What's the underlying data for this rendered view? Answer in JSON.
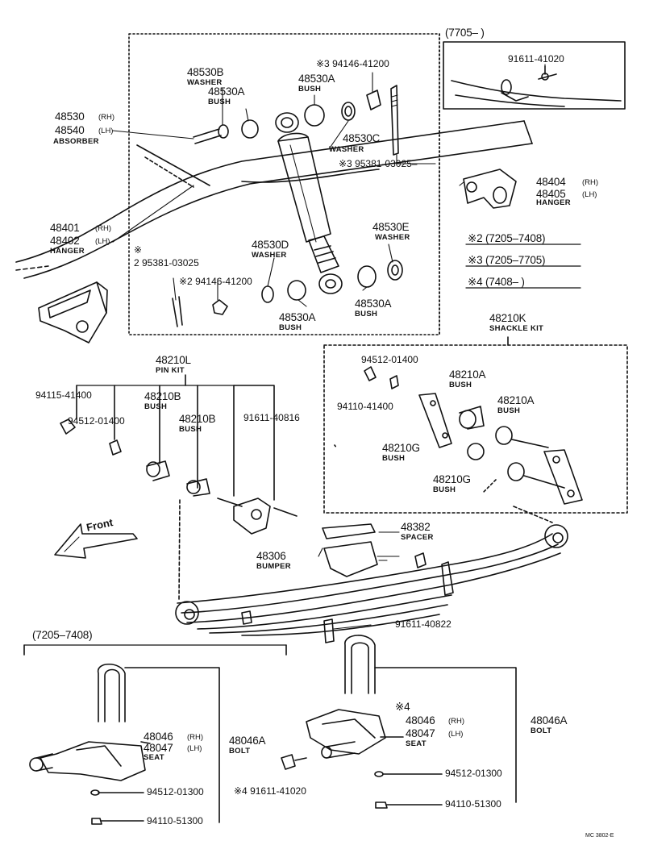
{
  "labels": {
    "shock_box_range": "(7705–           )",
    "pn_91611_41020_top": "91611-41020",
    "pn_48530B": "48530B",
    "nm_48530B": "WASHER",
    "pn_48530A_1": "48530A",
    "nm_48530A_1": "BUSH",
    "pn_48530A_2": "48530A",
    "nm_48530A_2": "BUSH",
    "pn_94146_top": "※3  94146-41200",
    "pn_48530": "48530",
    "rh_48530": "(RH)",
    "pn_48540": "48540",
    "lh_48540": "(LH)",
    "nm_absorber": "ABSORBER",
    "pn_48530C": "48530C",
    "nm_48530C": "WASHER",
    "pn_95381_top": "※3  95381-03025–",
    "pn_48404": "48404",
    "rh_48404": "(RH)",
    "pn_48405": "48405",
    "lh_48405": "(LH)",
    "nm_hanger_r": "HANGER",
    "pn_48401": "48401",
    "rh_48401": "(RH)",
    "pn_48402": "48402",
    "lh_48402": "(LH)",
    "nm_hanger_l": "HANGER",
    "pn_48530E": "48530E",
    "nm_48530E": "WASHER",
    "legend_2": "※2  (7205–7408)",
    "legend_3": "※3  (7205–7705)",
    "legend_4": "※4  (7408–        )",
    "star_95381": "※",
    "pn_95381_left": "2 95381-03025",
    "pn_48530D": "48530D",
    "nm_48530D": "WASHER",
    "pn_94146_low": "※2 94146-41200",
    "pn_48530A_3": "48530A",
    "nm_48530A_3": "BUSH",
    "pn_48530A_4": "48530A",
    "nm_48530A_4": "BUSH",
    "pn_48210K": "48210K",
    "nm_48210K": "SHACKLE KIT",
    "pn_48210L": "48210L",
    "nm_48210L": "PIN KIT",
    "pn_94115": "94115-41400",
    "pn_48210B_1": "48210B",
    "nm_48210B_1": "BUSH",
    "pn_94512_pin": "94512-01400",
    "pn_48210B_2": "48210B",
    "nm_48210B_2": "BUSH",
    "pn_91611_40816": "91611-40816",
    "pn_94512_shk": "94512-01400",
    "pn_94110_shk": "94110-41400",
    "pn_48210A_1": "48210A",
    "nm_48210A_1": "BUSH",
    "pn_48210A_2": "48210A",
    "nm_48210A_2": "BUSH",
    "pn_48210G_1": "48210G",
    "nm_48210G_1": "BUSH",
    "pn_48210G_2": "48210G",
    "nm_48210G_2": "BUSH",
    "front": "Front",
    "pn_48382": "48382",
    "nm_48382": "SPACER",
    "pn_48306": "48306",
    "nm_48306": "BUMPER",
    "pn_91611_40822": "91611-40822",
    "bottom_range": "(7205–7408)",
    "pn_48046_l": "48046",
    "rh_48046_l": "(RH)",
    "pn_48047_l": "48047",
    "lh_48047_l": "(LH)",
    "nm_seat_l": "SEAT",
    "pn_48046A_l": "48046A",
    "nm_48046A_l": "BOLT",
    "pn_94512_13_l": "94512-01300",
    "pn_94110_51_l": "94110-51300",
    "pn_91611_41020_bot": "※4  91611-41020",
    "star_4": "※4",
    "pn_48046_r": "48046",
    "rh_48046_r": "(RH)",
    "pn_48047_r": "48047",
    "lh_48047_r": "(LH)",
    "nm_seat_r": "SEAT",
    "pn_48046A_r": "48046A",
    "nm_48046A_r": "BOLT",
    "pn_94512_13_r": "94512-01300",
    "pn_94110_51_r": "94110-51300",
    "code": "MC 3802-E"
  }
}
